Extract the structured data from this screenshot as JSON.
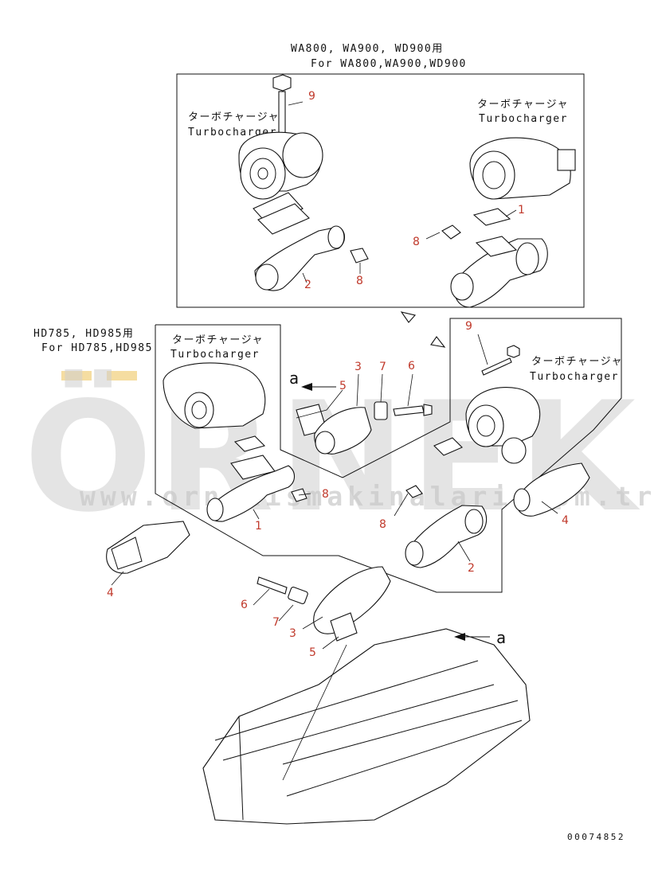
{
  "title_wa": "WA800, WA900, WD900用",
  "title_wa_en": "For WA800,WA900,WD900",
  "title_hd": "HD785, HD985用",
  "title_hd_en": "For HD785,HD985",
  "turbo_jp": "ターボチャージャ",
  "turbo_en": "Turbocharger",
  "arrow_label": "a",
  "part_numbers": [
    "1",
    "2",
    "3",
    "4",
    "5",
    "6",
    "7",
    "8",
    "9"
  ],
  "drawing_number": "00074852",
  "watermark": "ÖRNEK",
  "watermark_url": "www.ornekismakinalari.com.tr",
  "colors": {
    "callout": "#c0392b",
    "watermark": "#cfcfcf",
    "watermark_accent": "#f2d58a"
  }
}
